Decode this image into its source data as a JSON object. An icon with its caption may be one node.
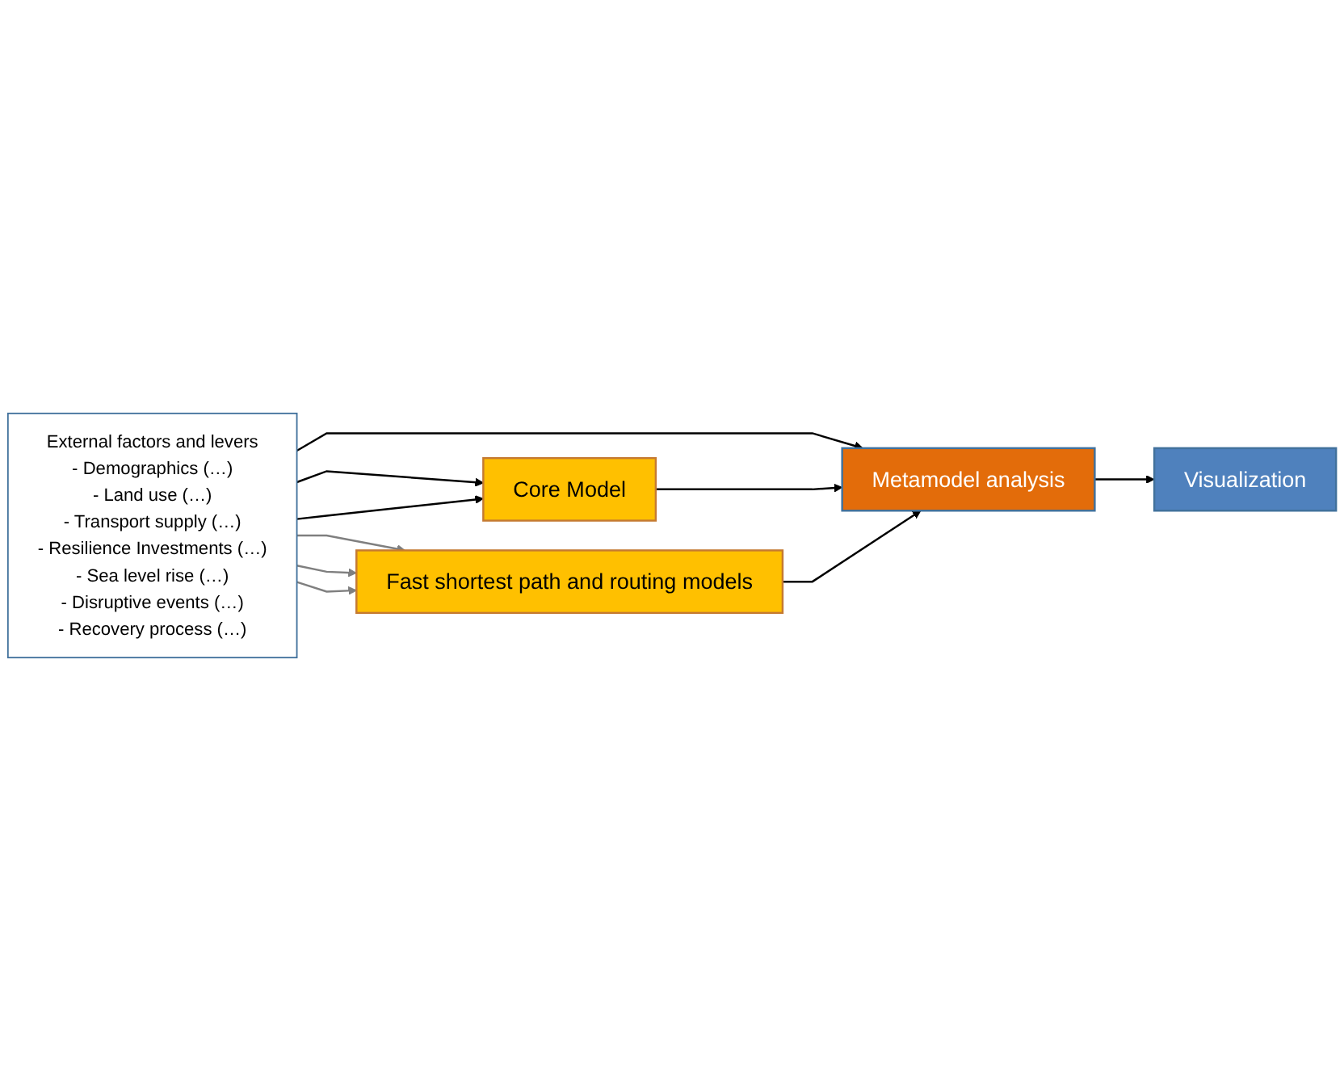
{
  "diagram": {
    "nodes": [
      {
        "text": [
          "External factors and levers",
          "- Demographics (…)",
          "- Land use (…)",
          "- Transport supply (…)",
          "- Resilience Investments (…)",
          "- Sea level rise (…)",
          "- Disruptive events (…)",
          "- Recovery process (…)"
        ]
      },
      {
        "text": [
          "Core Model"
        ]
      },
      {
        "text": [
          "Fast shortest path and routing models"
        ]
      },
      {
        "text": [
          "Metamodel analysis"
        ]
      },
      {
        "text": [
          "Visualization"
        ]
      }
    ],
    "edges": [
      {
        "from": 0,
        "to": 3,
        "arrow": "to"
      },
      {
        "from": 0,
        "to": 1,
        "arrow": "to"
      },
      {
        "from": 0,
        "to": 1,
        "arrow": "to"
      },
      {
        "from": 0,
        "to": 2,
        "arrow": "to",
        "color": "#7f7f7f"
      },
      {
        "from": 0,
        "to": 2,
        "arrow": "to",
        "color": "#7f7f7f"
      },
      {
        "from": 0,
        "to": 2,
        "arrow": "to",
        "color": "#7f7f7f"
      },
      {
        "from": 1,
        "to": 3,
        "arrow": "to"
      },
      {
        "from": 2,
        "to": 3,
        "arrow": "to"
      },
      {
        "from": 3,
        "to": 4,
        "arrow": "to"
      }
    ]
  }
}
